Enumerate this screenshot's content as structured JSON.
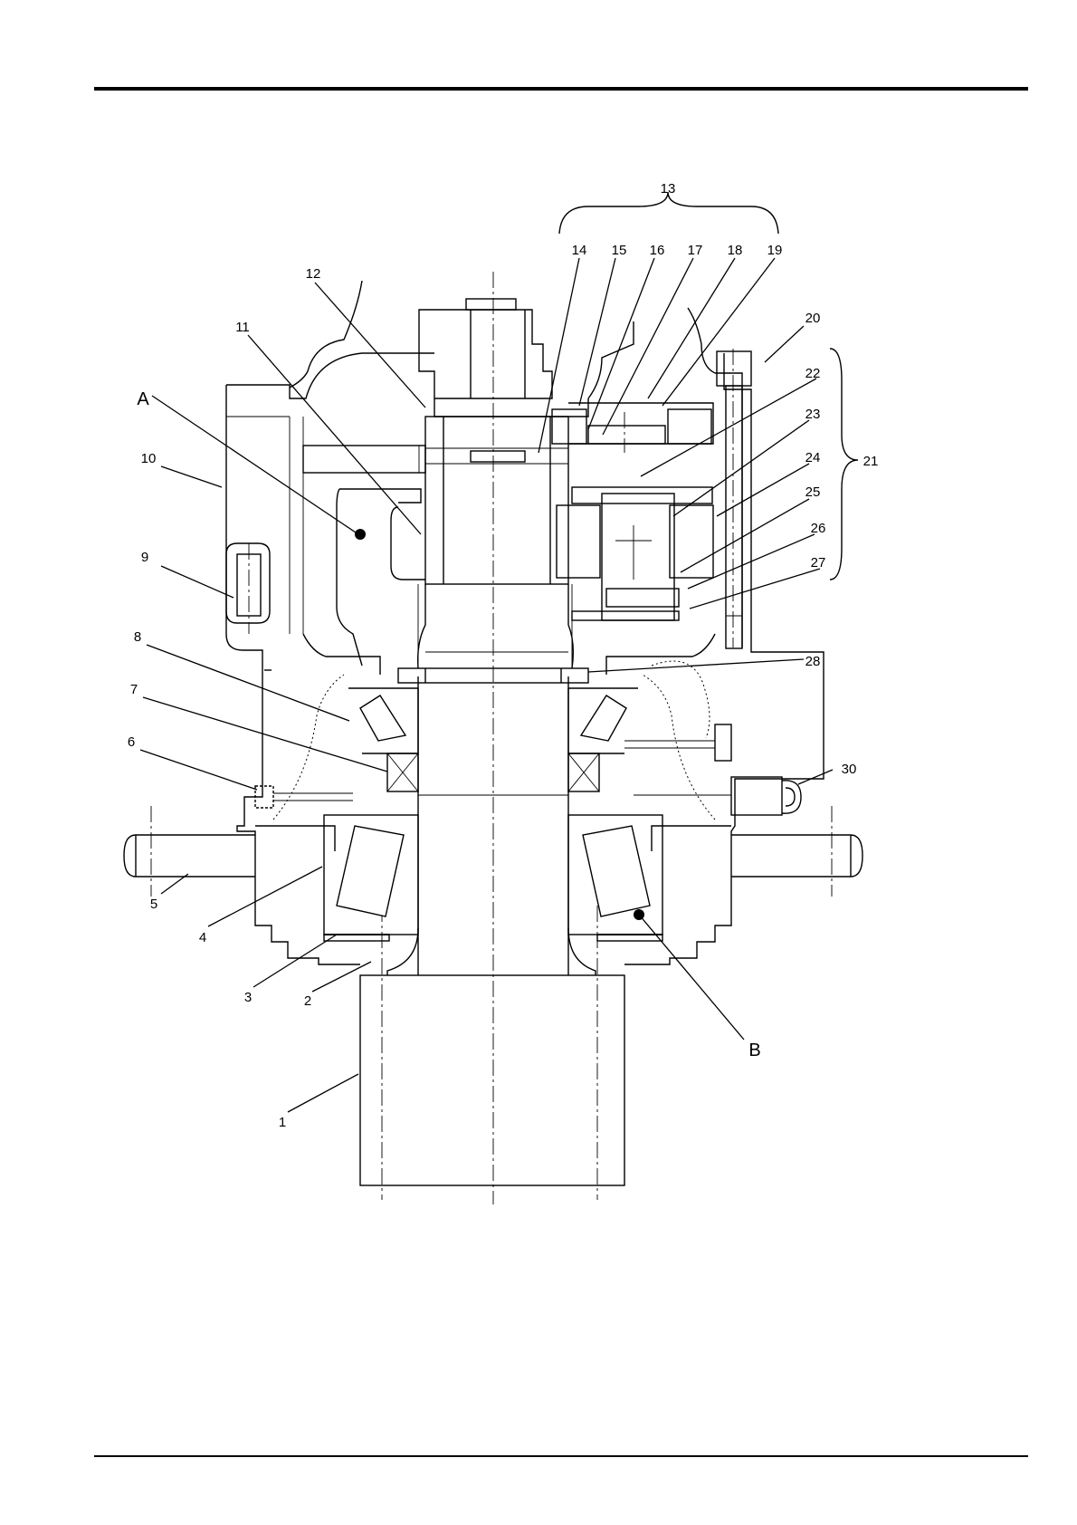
{
  "labels": {
    "n1": "1",
    "n2": "2",
    "n3": "3",
    "n4": "4",
    "n5": "5",
    "n6": "6",
    "n7": "7",
    "n8": "8",
    "n9": "9",
    "n10": "10",
    "n11": "11",
    "n12": "12",
    "n13": "13",
    "n14": "14",
    "n15": "15",
    "n16": "16",
    "n17": "17",
    "n18": "18",
    "n19": "19",
    "n20": "20",
    "n21": "21",
    "n22": "22",
    "n23": "23",
    "n24": "24",
    "n25": "25",
    "n26": "26",
    "n27": "27",
    "n28": "28",
    "n30": "30",
    "pA": "A",
    "pB": "B"
  }
}
